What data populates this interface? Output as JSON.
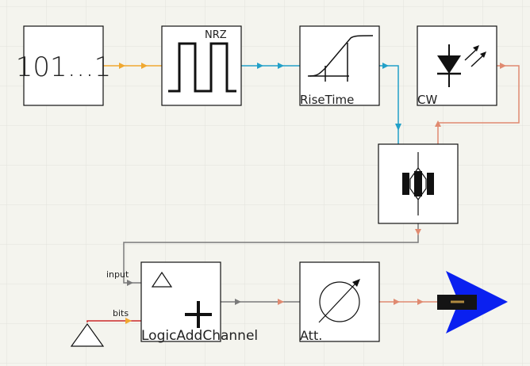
{
  "blocks": {
    "bit_source": {
      "text": "101…1"
    },
    "nrz": {
      "label": "NRZ"
    },
    "rise_time": {
      "label": "RiseTime"
    },
    "cw_laser": {
      "label": "CW"
    },
    "modulator": {
      "label": ""
    },
    "logic_add": {
      "label": "LogicAddChannel",
      "port_input": "input",
      "port_bits": "bits"
    },
    "attenuator": {
      "label": "Att."
    },
    "output": {
      "label": ""
    }
  },
  "colors": {
    "background": "#f4f4ee",
    "grid": "#e2e2dc",
    "orange": "#f0a830",
    "teal": "#22a0c8",
    "salmon": "#e08a70",
    "gray": "#7a7a7a",
    "blue": "#0a20f0"
  }
}
